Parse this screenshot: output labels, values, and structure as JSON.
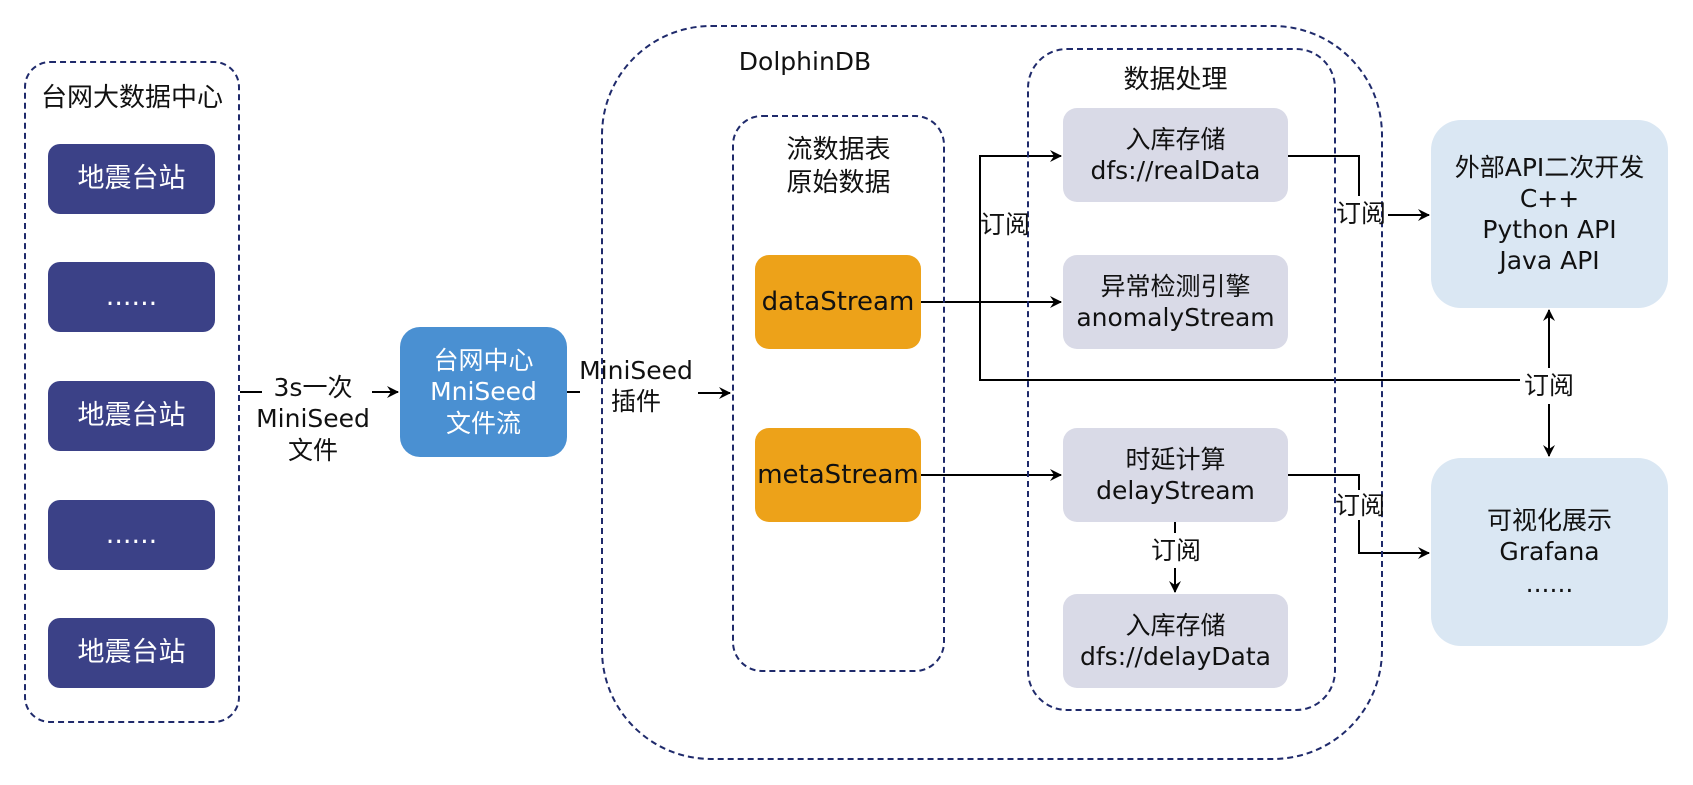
{
  "colors": {
    "group_border": "#1f2a6b",
    "station_fill": "#3b4187",
    "center_fill": "#4a90d2",
    "stream_fill": "#eda219",
    "process_fill": "#d9dae7",
    "external_fill": "#dae7f3",
    "edge": "#000000"
  },
  "network_center": {
    "title": "台网大数据中心",
    "stations": [
      {
        "label": "地震台站"
      },
      {
        "label": "......"
      },
      {
        "label": "地震台站"
      },
      {
        "label": "......"
      },
      {
        "label": "地震台站"
      }
    ]
  },
  "edge_stations_to_center": {
    "lines": [
      "3s一次",
      "MiniSeed",
      "文件"
    ]
  },
  "center_node": {
    "lines": [
      "台网中心",
      "MniSeed",
      "文件流"
    ]
  },
  "edge_center_to_db": {
    "lines": [
      "MiniSeed",
      "插件"
    ]
  },
  "dolphindb": {
    "title": "DolphinDB",
    "stream_tables": {
      "title_lines": [
        "流数据表",
        "原始数据"
      ],
      "nodes": [
        {
          "label": "dataStream"
        },
        {
          "label": "metaStream"
        }
      ]
    },
    "processing": {
      "title": "数据处理",
      "nodes": [
        {
          "lines": [
            "入库存储",
            "dfs://realData"
          ]
        },
        {
          "lines": [
            "异常检测引擎",
            "anomalyStream"
          ]
        },
        {
          "lines": [
            "时延计算",
            "delayStream"
          ]
        },
        {
          "lines": [
            "入库存储",
            "dfs://delayData"
          ]
        }
      ]
    }
  },
  "external": {
    "api": {
      "lines": [
        "外部API二次开发",
        "C++",
        "Python API",
        "Java API"
      ]
    },
    "viz": {
      "lines": [
        "可视化展示",
        "Grafana",
        "......"
      ]
    }
  },
  "edge_labels": {
    "subscribe_bus": "订阅",
    "subscribe_realdata_to_api": "订阅",
    "subscribe_bidirectional": "订阅",
    "subscribe_delay_to_viz": "订阅",
    "subscribe_delay_to_store": "订阅"
  }
}
